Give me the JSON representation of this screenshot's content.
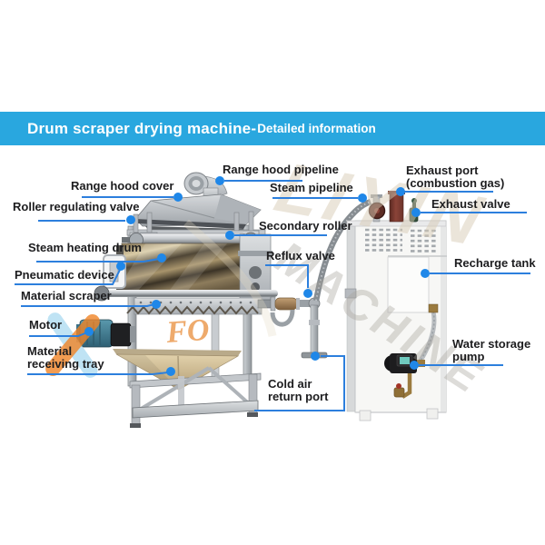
{
  "banner": {
    "title": "Drum scraper drying machine-",
    "subtitle": "Detailed information"
  },
  "theme": {
    "banner_bg": "#29a7df",
    "banner_text": "#ffffff",
    "label_text": "#1d1d1f",
    "leader_color": "#2c7fdd",
    "dot_color": "#1f87e8",
    "watermark_tan": "#d9ccb6",
    "watermark_gray": "#a8a49c",
    "logo_orange": "#f08326",
    "logo_blue": "#a9d9f0"
  },
  "labels": {
    "range_hood_cover": "Range hood cover",
    "roller_regulating_valve": "Roller regulating valve",
    "steam_heating_drum": "Steam heating drum",
    "pneumatic_device": "Pneumatic device",
    "material_scraper": "Material scraper",
    "motor": "Motor",
    "material_receiving_tray": "Material receiving tray",
    "range_hood_pipeline": "Range hood pipeline",
    "steam_pipeline": "Steam pipeline",
    "secondary_roller": "Secondary roller",
    "reflux_valve": "Reflux valve",
    "cold_air_return_port": "Cold air return port",
    "exhaust_port": "Exhaust port (combustion gas)",
    "exhaust_valve": "Exhaust valve",
    "recharge_tank": "Recharge tank",
    "water_storage_pump": "Water storage pump"
  },
  "watermark": {
    "line1": "LIYIN",
    "line2": "MACHINE",
    "accent": "FO"
  }
}
